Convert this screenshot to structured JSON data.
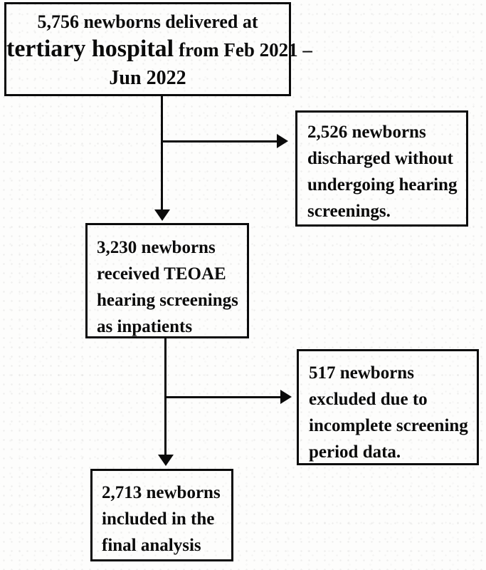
{
  "figure": {
    "kind": "study-participant-flow-diagram",
    "colors": {
      "line": "#0b0b0b",
      "text": "#0b0b0b",
      "background": "#fdfdfc"
    }
  },
  "boxes": {
    "delivered": {
      "line1": "5,756 newborns delivered at",
      "line2_emphasis": "tertiary hospital",
      "line2_rest": "from Feb 2021 –",
      "line3": "Jun 2022"
    },
    "discharged": {
      "lines": [
        "2,526 newborns",
        "discharged without",
        "undergoing hearing",
        "screenings."
      ]
    },
    "screened": {
      "lines": [
        "3,230 newborns",
        "received TEOAE",
        "hearing screenings",
        "as inpatients"
      ]
    },
    "excluded": {
      "lines": [
        "517 newborns",
        "excluded due to",
        "incomplete screening",
        "period data."
      ]
    },
    "final": {
      "lines": [
        "2,713 newborns",
        "included in the",
        "final analysis"
      ]
    }
  }
}
